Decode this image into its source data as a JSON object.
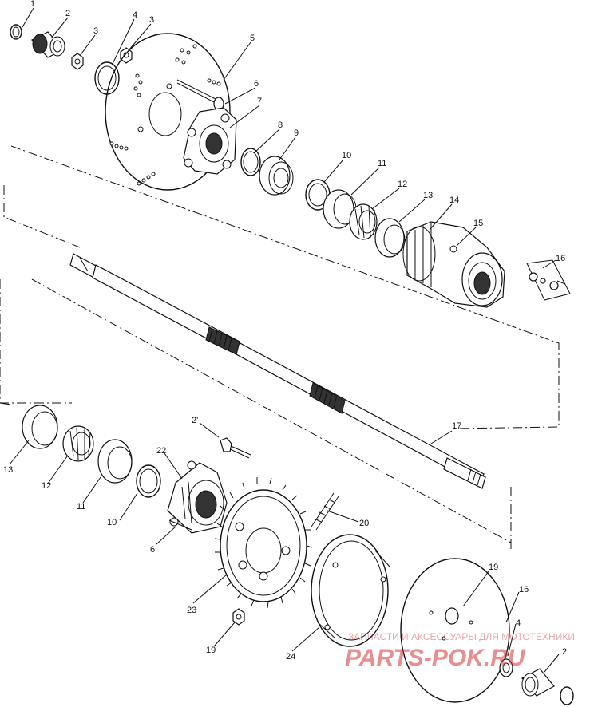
{
  "callouts": [
    {
      "text": "1"
    },
    {
      "text": "2"
    },
    {
      "text": "3"
    },
    {
      "text": "4"
    },
    {
      "text": "3"
    },
    {
      "text": "5"
    },
    {
      "text": "6"
    },
    {
      "text": "7"
    },
    {
      "text": "8"
    },
    {
      "text": "9"
    },
    {
      "text": "10"
    },
    {
      "text": "11"
    },
    {
      "text": "12"
    },
    {
      "text": "13"
    },
    {
      "text": "14"
    },
    {
      "text": "15"
    },
    {
      "text": "16"
    },
    {
      "text": "17"
    },
    {
      "text": "13"
    },
    {
      "text": "12"
    },
    {
      "text": "11"
    },
    {
      "text": "10"
    },
    {
      "text": "2'"
    },
    {
      "text": "22"
    },
    {
      "text": "6"
    },
    {
      "text": "20"
    },
    {
      "text": "23"
    },
    {
      "text": "19"
    },
    {
      "text": "24"
    },
    {
      "text": "19"
    },
    {
      "text": "16"
    },
    {
      "text": "4"
    },
    {
      "text": "2"
    }
  ],
  "watermark": {
    "subtitle": "ЗАПЧАСТИ И АКСЕССУАРЫ ДЛЯ МОТОТЕХНИКИ",
    "brand": "PARTS-POK.RU"
  }
}
